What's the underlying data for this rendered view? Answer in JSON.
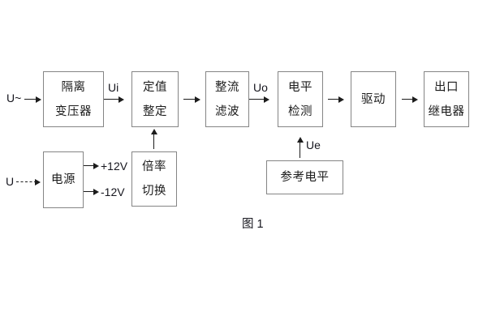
{
  "figure": {
    "caption": "图 1",
    "signal_labels": {
      "ac_input": "U~",
      "dc_input": "U",
      "ui": "Ui",
      "uo": "Uo",
      "ue": "Ue",
      "plus_12v": "+12V",
      "minus_12v": "-12V"
    },
    "blocks": {
      "isolation_transformer": {
        "line1": "隔离",
        "line2": "变压器"
      },
      "value_setting": {
        "line1": "定值",
        "line2": "整定"
      },
      "rectifier_filter": {
        "line1": "整流",
        "line2": "滤波"
      },
      "level_detection": {
        "line1": "电平",
        "line2": "检测"
      },
      "driver": {
        "line1": "驱动"
      },
      "output_relay": {
        "line1": "出口",
        "line2": "继电器"
      },
      "power_supply": {
        "line1": "电源"
      },
      "ratio_switch": {
        "line1": "倍率",
        "line2": "切换"
      },
      "reference_level": {
        "line1": "参考电平"
      }
    },
    "colors": {
      "background": "#ffffff",
      "box_border": "#858585",
      "text": "#1c1c1c",
      "arrow": "#1c1c1c"
    }
  }
}
